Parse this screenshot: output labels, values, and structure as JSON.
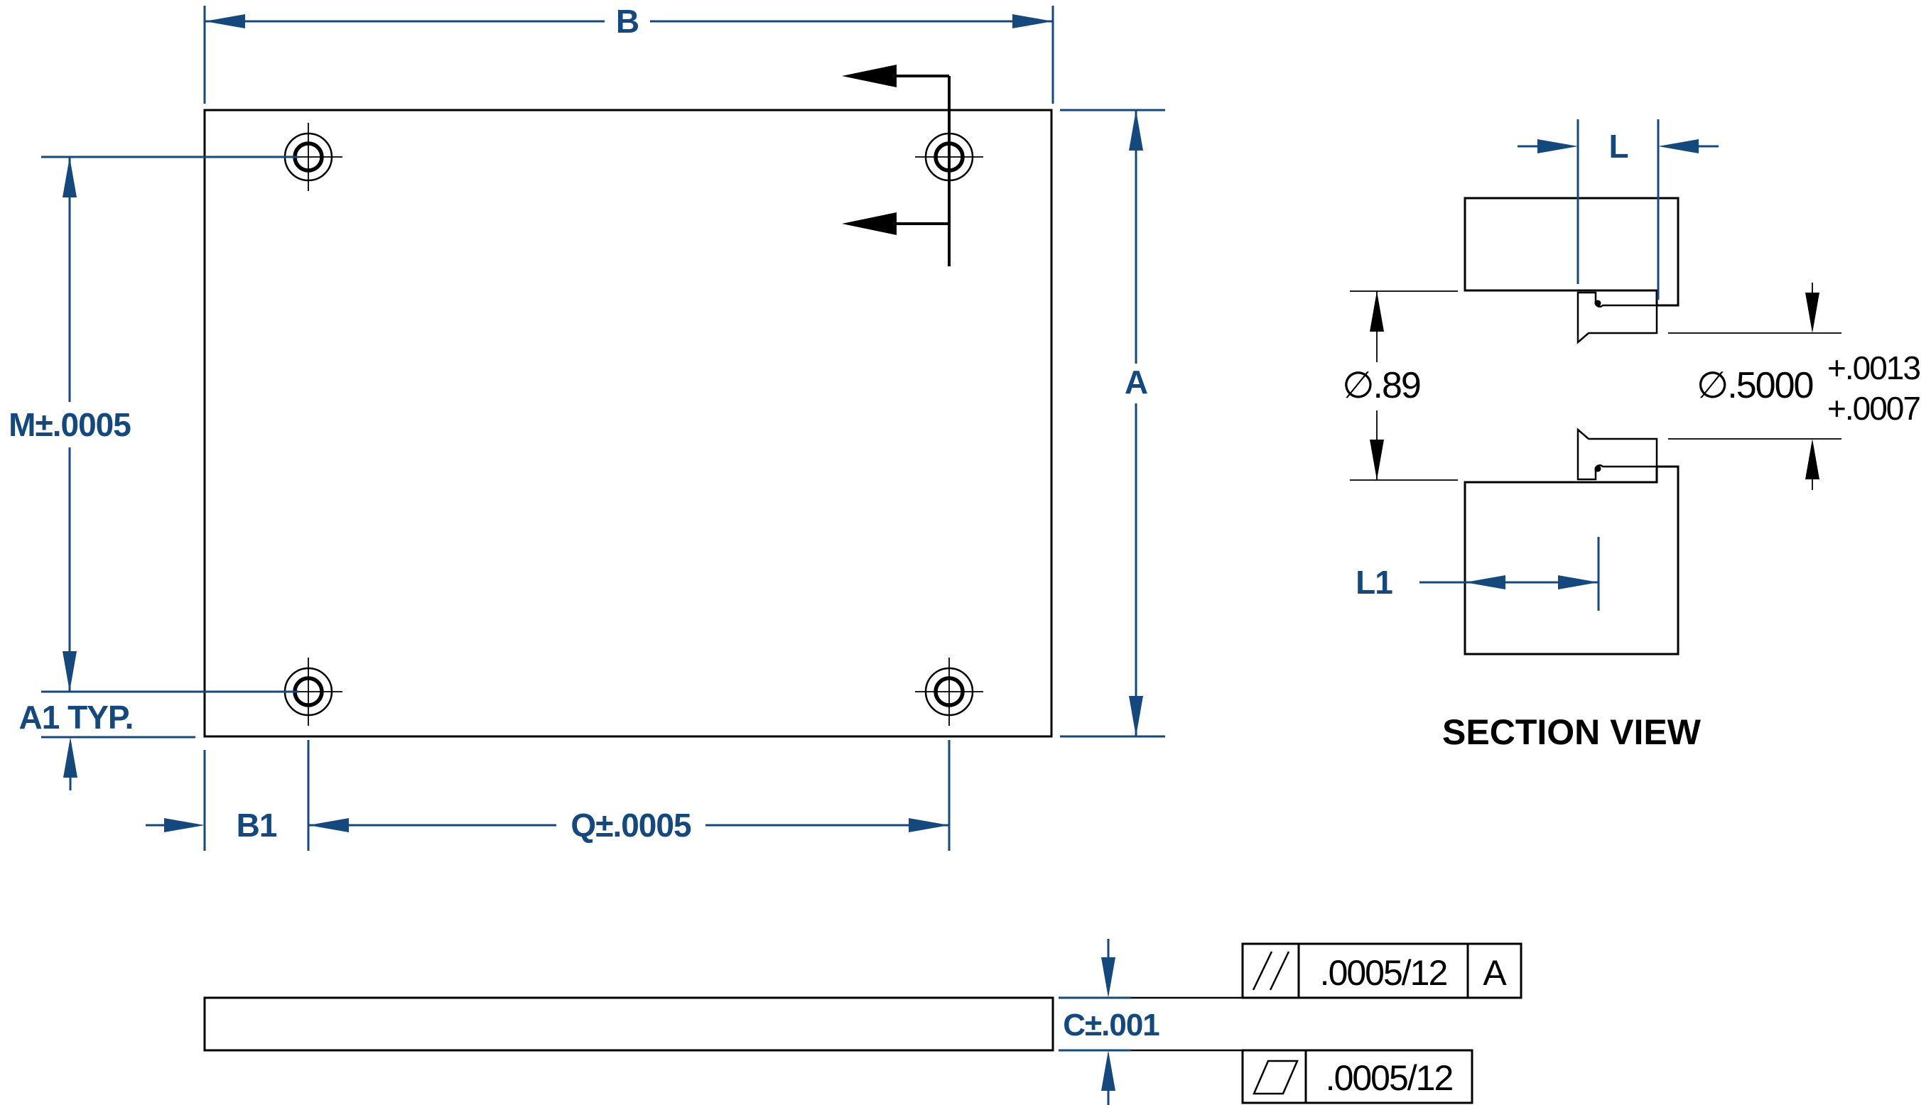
{
  "drawing": {
    "colors": {
      "dimension_blue": "#15497D",
      "line_black": "#000000",
      "background": "#FFFFFF"
    },
    "plan_view": {
      "width_label": "B",
      "height_label": "A",
      "hole_row_label": "M±.0005",
      "corner_label": "A1 TYP.",
      "edge_label": "B1",
      "span_label": "Q±.0005"
    },
    "section_view": {
      "title": "SECTION VIEW",
      "bore_dia": "∅.89",
      "id_dia": "∅.5000",
      "id_tol_upper": "+.0013",
      "id_tol_lower": "+.0007",
      "length_label": "L",
      "depth_label": "L1"
    },
    "side_view": {
      "thickness_label": "C±.001",
      "parallelism_value": ".0005/12",
      "parallelism_datum": "A",
      "flatness_value": ".0005/12"
    }
  }
}
